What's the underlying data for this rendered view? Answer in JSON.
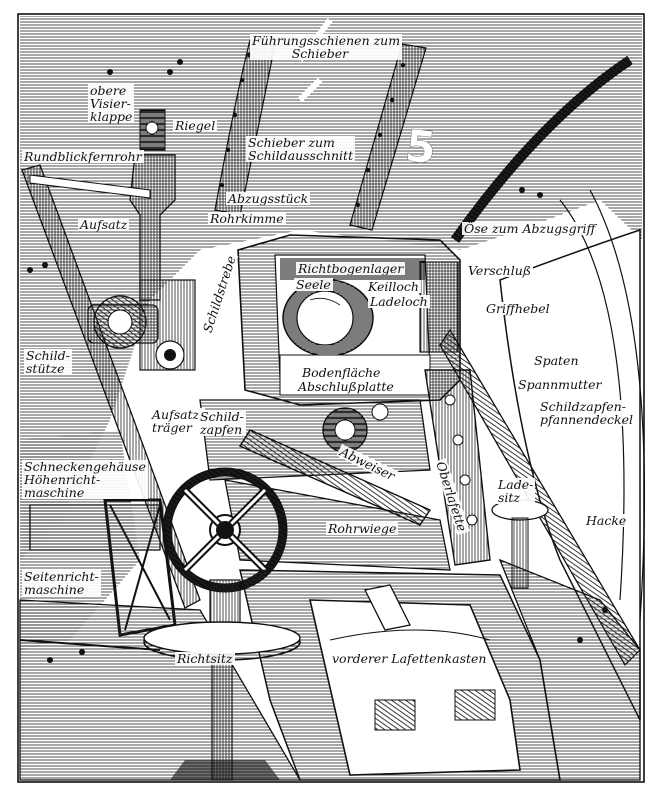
{
  "colors": {
    "ink": "#111111",
    "paper": "#ffffff"
  },
  "labels": {
    "fuehrungsschienen": "Führungsschienen zum\n          Schieber",
    "obere_visierklappe": "obere\nVisier-\nklappe",
    "riegel": "Riegel",
    "schieber_schildausschnitt": "Schieber zum\nSchildausschnitt",
    "rundblickfernrohr": "Rundblickfernrohr",
    "abzugsstueck": "Abzugsstück",
    "rohrkimme": "Rohrkimme",
    "oese_abzugsgriff": "Öse zum Abzugsgriff",
    "aufsatz": "Aufsatz",
    "schildstrebe": "Schildstrebe",
    "richtbogenlager": "Richtbogenlager",
    "seele": "Seele",
    "keilloch": "Keilloch",
    "ladeloch": "Ladeloch",
    "verschluss": "Verschluß",
    "griffhebel": "Griffhebel",
    "schildstuetze": "Schild-\nstütze",
    "spaten": "Spaten",
    "bodenflaeche": "Bodenfläche",
    "abschlussplatte": "Abschlußplatte",
    "spannmutter": "Spannmutter",
    "aufsatztraeger": "Aufsatz-\nträger",
    "schildzapfen": "Schild-\nzapfen",
    "schildzapfenpfannendeckel": "Schildzapfen-\npfannendeckel",
    "schneckengehaeuse": "Schneckengehäuse\nHöhenricht-\nmaschine",
    "oberlafette": "Oberlafette",
    "abweiser": "Abweiser",
    "ladesitz": "Lade-\nsitz",
    "hacke": "Hacke",
    "rohrwiege": "Rohrwiege",
    "seitenrichtmaschine": "Seitenricht-\nmaschine",
    "richtsitz": "Richtsitz",
    "lafettenkasten": "vorderer Lafettenkasten"
  }
}
